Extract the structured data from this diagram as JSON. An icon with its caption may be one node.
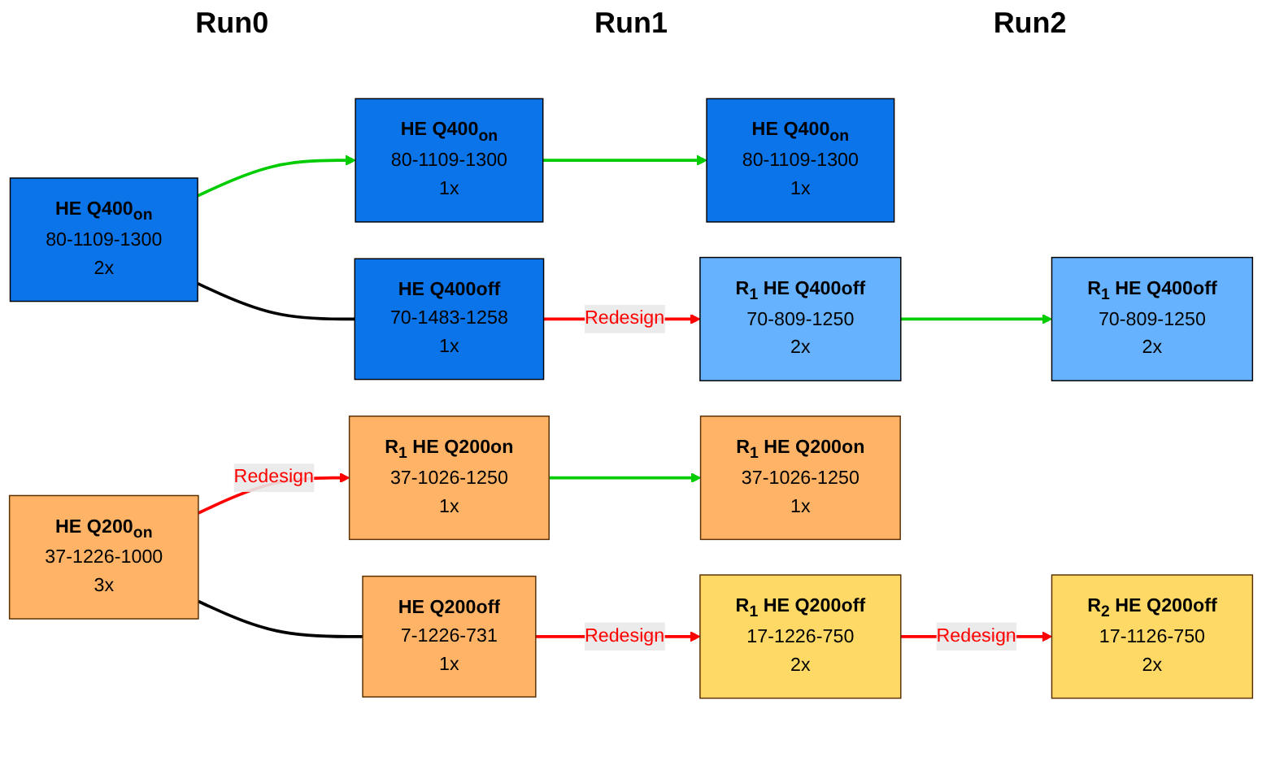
{
  "diagram": {
    "nodes": [
      {
        "text": [
          "HE Q400$_{on}$",
          "80-1109-1300",
          "2x"
        ]
      },
      {
        "text": [
          "HE Q400$_{on}$",
          "80-1109-1300",
          "1x"
        ]
      },
      {
        "text": [
          "HE Q400$_{on}$",
          "80-1109-1300",
          "1x"
        ]
      },
      {
        "text": [
          "HE Q400off",
          "70-1483-1258",
          "1x"
        ]
      },
      {
        "text": [
          "R$_{1}$ HE Q400off",
          "70-809-1250",
          "2x"
        ]
      },
      {
        "text": [
          "R$_{1}$ HE Q400off",
          "70-809-1250",
          "2x"
        ]
      },
      {
        "text": [
          "HE Q200$_{on}$",
          "37-1226-1000",
          "3x"
        ]
      },
      {
        "text": [
          "R$_{1}$ HE Q200on",
          "37-1026-1250",
          "1x"
        ]
      },
      {
        "text": [
          "R$_{1}$ HE Q200on",
          "37-1026-1250",
          "1x"
        ]
      },
      {
        "text": [
          "HE Q200off",
          "7-1226-731",
          "1x"
        ]
      },
      {
        "text": [
          "R$_{1}$ HE Q200off",
          "17-1226-750",
          "2x"
        ]
      },
      {
        "text": [
          "R$_{2}$ HE Q200off",
          "17-1126-750",
          "2x"
        ]
      }
    ],
    "edges": [
      {
        "from": 0,
        "to": 1,
        "arrow": "to",
        "color": "#00cc00"
      },
      {
        "from": 1,
        "to": 2,
        "arrow": "to",
        "color": "#00cc00"
      },
      {
        "from": 0,
        "to": 3,
        "arrow": "none",
        "color": "#000000"
      },
      {
        "from": 3,
        "to": 4,
        "arrow": "to",
        "label": "Redesign",
        "color": "#ff0000"
      },
      {
        "from": 4,
        "to": 5,
        "arrow": "to",
        "color": "#00cc00"
      },
      {
        "from": 6,
        "to": 7,
        "arrow": "to",
        "label": "Redesign",
        "color": "#ff0000"
      },
      {
        "from": 7,
        "to": 8,
        "arrow": "to",
        "color": "#00cc00"
      },
      {
        "from": 6,
        "to": 9,
        "arrow": "none",
        "color": "#000000"
      },
      {
        "from": 9,
        "to": 10,
        "arrow": "to",
        "label": "Redesign",
        "color": "#ff0000"
      },
      {
        "from": 10,
        "to": 11,
        "arrow": "to",
        "label": "Redesign",
        "color": "#ff0000"
      }
    ],
    "labels": [
      "Run0",
      "Run1",
      "Run2"
    ]
  }
}
